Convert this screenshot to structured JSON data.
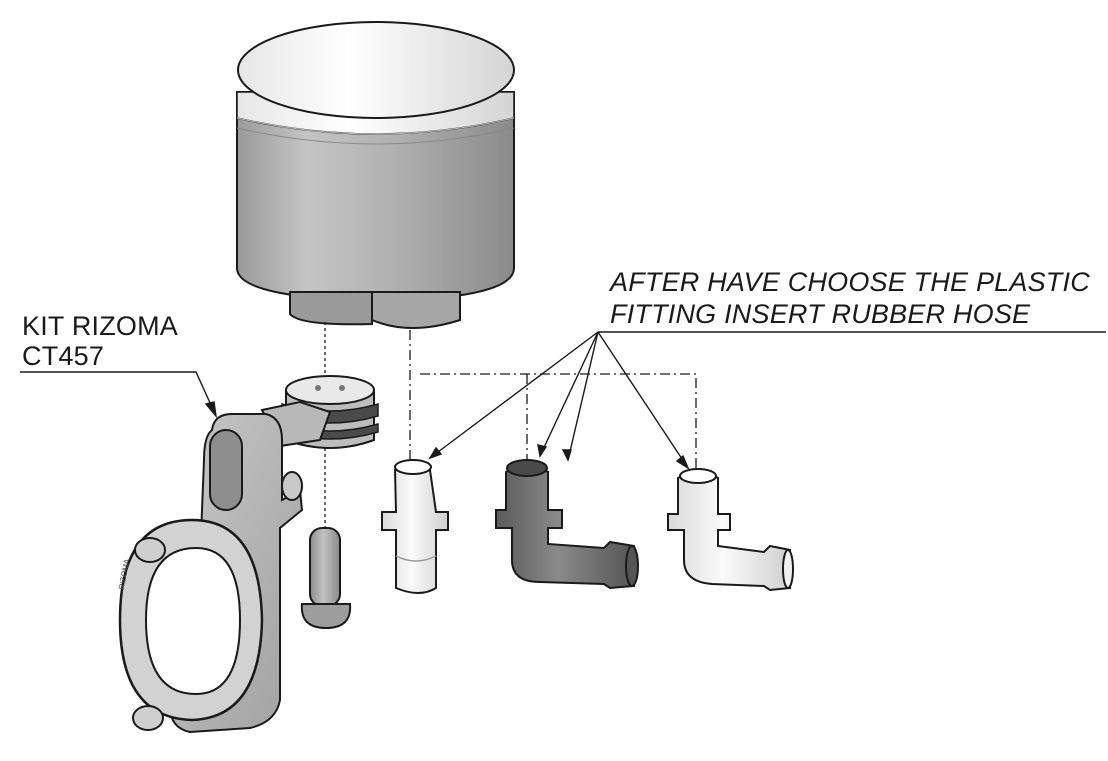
{
  "kit_label": {
    "line1": "KIT RIZOMA",
    "line2": "CT457"
  },
  "instruction": {
    "line1": "AFTER HAVE CHOOSE THE PLASTIC",
    "line2": "FITTING INSERT RUBBER HOSE"
  },
  "clamp_engraving": "RIZOMA",
  "colors": {
    "line": "#1a1a1a",
    "body_gray": "#a9a9a9",
    "light_part": "#eeeeee",
    "dark_part": "#6e6e6e",
    "background": "#ffffff"
  }
}
